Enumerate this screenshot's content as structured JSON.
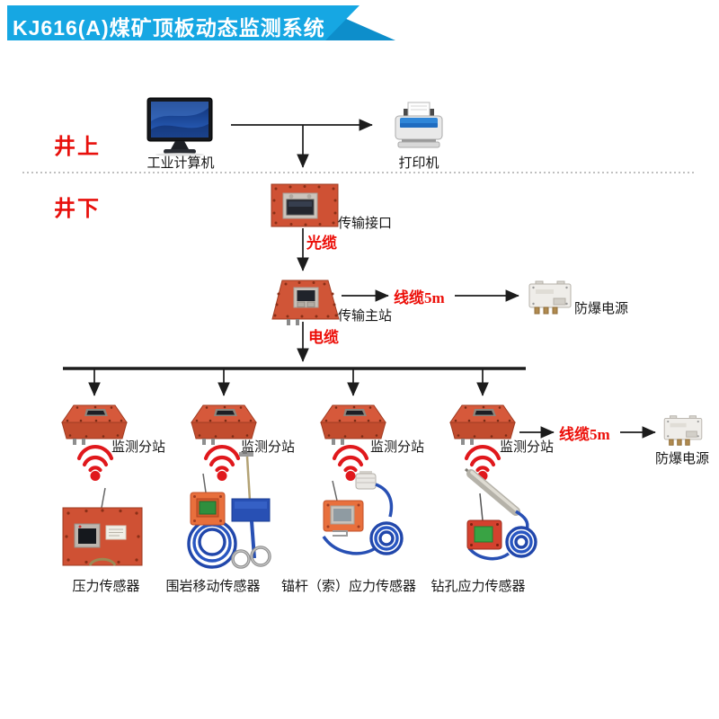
{
  "title": {
    "text": "KJ616(A)煤矿顶板动态监测系统"
  },
  "zones": {
    "surface": "井上",
    "underground": "井下"
  },
  "devices": {
    "computer_label": "工业计算机",
    "printer_label": "打印机",
    "transmission_interface_label": "传输接口",
    "transmission_master_label": "传输主站",
    "power_supply_label_1": "防爆电源",
    "power_supply_label_2": "防爆电源",
    "substation_labels": [
      "监测分站",
      "监测分站",
      "监测分站",
      "监测分站"
    ]
  },
  "cables": {
    "optical": "光缆",
    "electric": "电缆",
    "cable_5m_top": "线缆5m",
    "cable_5m_bottom": "线缆5m"
  },
  "sensors": [
    {
      "label": "压力传感器"
    },
    {
      "label": "围岩移动传感器"
    },
    {
      "label": "锚杆（索）应力传感器"
    },
    {
      "label": "钻孔应力传感器"
    }
  ],
  "colors": {
    "banner_blue": "#16a7e3",
    "banner_fold": "#0d8ecb",
    "zone_red": "#e8100c",
    "cable_label_red": "#ec0e08",
    "device_orange_red": "#cf5134",
    "wifi_red": "#e0181c",
    "cable_coil_blue": "#2850b4",
    "line_black": "#1c1c1c"
  }
}
